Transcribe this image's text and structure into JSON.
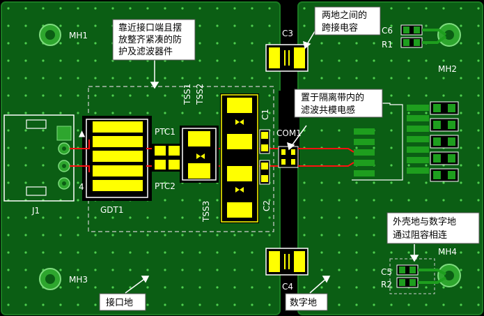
{
  "colors": {
    "board_green": "#0b5e14",
    "board_edge": "#1a7a22",
    "isolation_gap": "#000000",
    "copper_yellow": "#ffff00",
    "trace_red": "#ff1010",
    "trace_green": "#1e9e1e",
    "silkscreen": "#ffffff",
    "callout_bg": "#ffffff",
    "callout_text": "#000000"
  },
  "labels": {
    "mh1": "MH1",
    "mh2": "MH2",
    "mh3": "MH3",
    "mh4": "MH4",
    "j1": "J1",
    "gdt1": "GDT1",
    "ptc1": "PTC1",
    "ptc2": "PTC2",
    "tss1": "TSS1",
    "tss2": "TSS2",
    "tss3": "TSS3",
    "c1": "C1",
    "c2": "C2",
    "c3": "C3",
    "c4": "C4",
    "c5": "C5",
    "c6": "C6",
    "r1": "R1",
    "r2": "R2",
    "com1": "COM1",
    "pin4": "4",
    "pin_arrow": "▲"
  },
  "callouts": {
    "protection": [
      "靠近接口端且摆",
      "放整齐紧凑的防",
      "护及滤波器件"
    ],
    "bridge_cap": [
      "两地之间的",
      "跨接电容"
    ],
    "common_mode": [
      "置于隔离带内的",
      "滤波共模电感"
    ],
    "chassis_digital": [
      "外壳地与数字地",
      "通过阻容相连"
    ],
    "interface_gnd": "接口地",
    "digital_gnd": "数字地"
  }
}
